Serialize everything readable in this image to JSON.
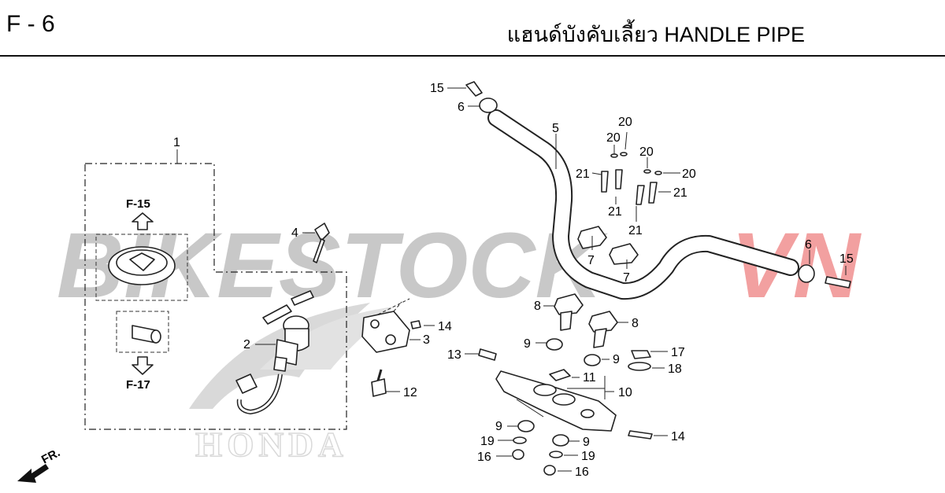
{
  "header": {
    "page_code": "F - 6",
    "title": "แฮนด์บังคับเลี้ยว  HANDLE PIPE"
  },
  "watermark": {
    "text_gray": "BIKESTOCK",
    "text_red": "VN",
    "color_gray": "#c8c8c8",
    "color_red": "#f2a0a0"
  },
  "brand_mark": "HONDA",
  "references": {
    "up": "F-15",
    "down": "F-17"
  },
  "direction": {
    "label": "FR."
  },
  "callouts": {
    "c1": "1",
    "c2": "2",
    "c3": "3",
    "c4": "4",
    "c5": "5",
    "c6a": "6",
    "c6b": "6",
    "c7a": "7",
    "c7b": "7",
    "c8a": "8",
    "c8b": "8",
    "c9a": "9",
    "c9b": "9",
    "c9c": "9",
    "c9d": "9",
    "c10": "10",
    "c11": "11",
    "c12": "12",
    "c13": "13",
    "c14a": "14",
    "c14b": "14",
    "c15a": "15",
    "c15b": "15",
    "c16a": "16",
    "c16b": "16",
    "c17": "17",
    "c18": "18",
    "c19a": "19",
    "c19b": "19",
    "c20a": "20",
    "c20b": "20",
    "c20c": "20",
    "c20d": "20",
    "c21a": "21",
    "c21b": "21",
    "c21c": "21",
    "c21d": "21"
  }
}
